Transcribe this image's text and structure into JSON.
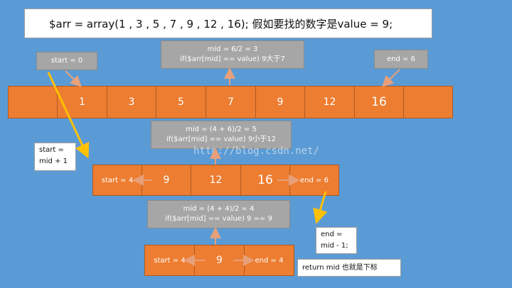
{
  "title": "$arr   =   array(1 , 3 , 5 , 7 , 9 , 12 , 16); 假如要找的数字是value = 9;",
  "step1": {
    "start": "start = 0",
    "end": "end = 6",
    "mid_line1": "mid = 6/2 = 3",
    "mid_line2": "if($arr[mid] == value)  9大于7",
    "cells": [
      "",
      "1",
      "3",
      "5",
      "7",
      "9",
      "12",
      "16",
      ""
    ]
  },
  "step2": {
    "note_line1": "start =",
    "note_line2": "mid + 1",
    "mid_line1": "mid = (4 + 6)/2 = 5",
    "mid_line2": "if($arr[mid] == value) 9小于12",
    "start": "start = 4",
    "end": "end = 6",
    "cells": [
      "9",
      "12",
      "16"
    ]
  },
  "step3": {
    "note_line1": "end =",
    "note_line2": "mid - 1;",
    "mid_line1": "mid = (4 + 4)/2 = 4",
    "mid_line2": "if($arr[mid] == value) 9 == 9",
    "start": "start = 4",
    "value": "9",
    "end": "end = 4",
    "result": "return mid  也就是下标"
  },
  "watermark": "http://blog.csdn.net/",
  "colors": {
    "background": "#5b9bd5",
    "cell": "#ed7d31",
    "box": "#a6a6a6",
    "arrow_gray": "#e0a080",
    "arrow_yellow": "#ffc000"
  }
}
